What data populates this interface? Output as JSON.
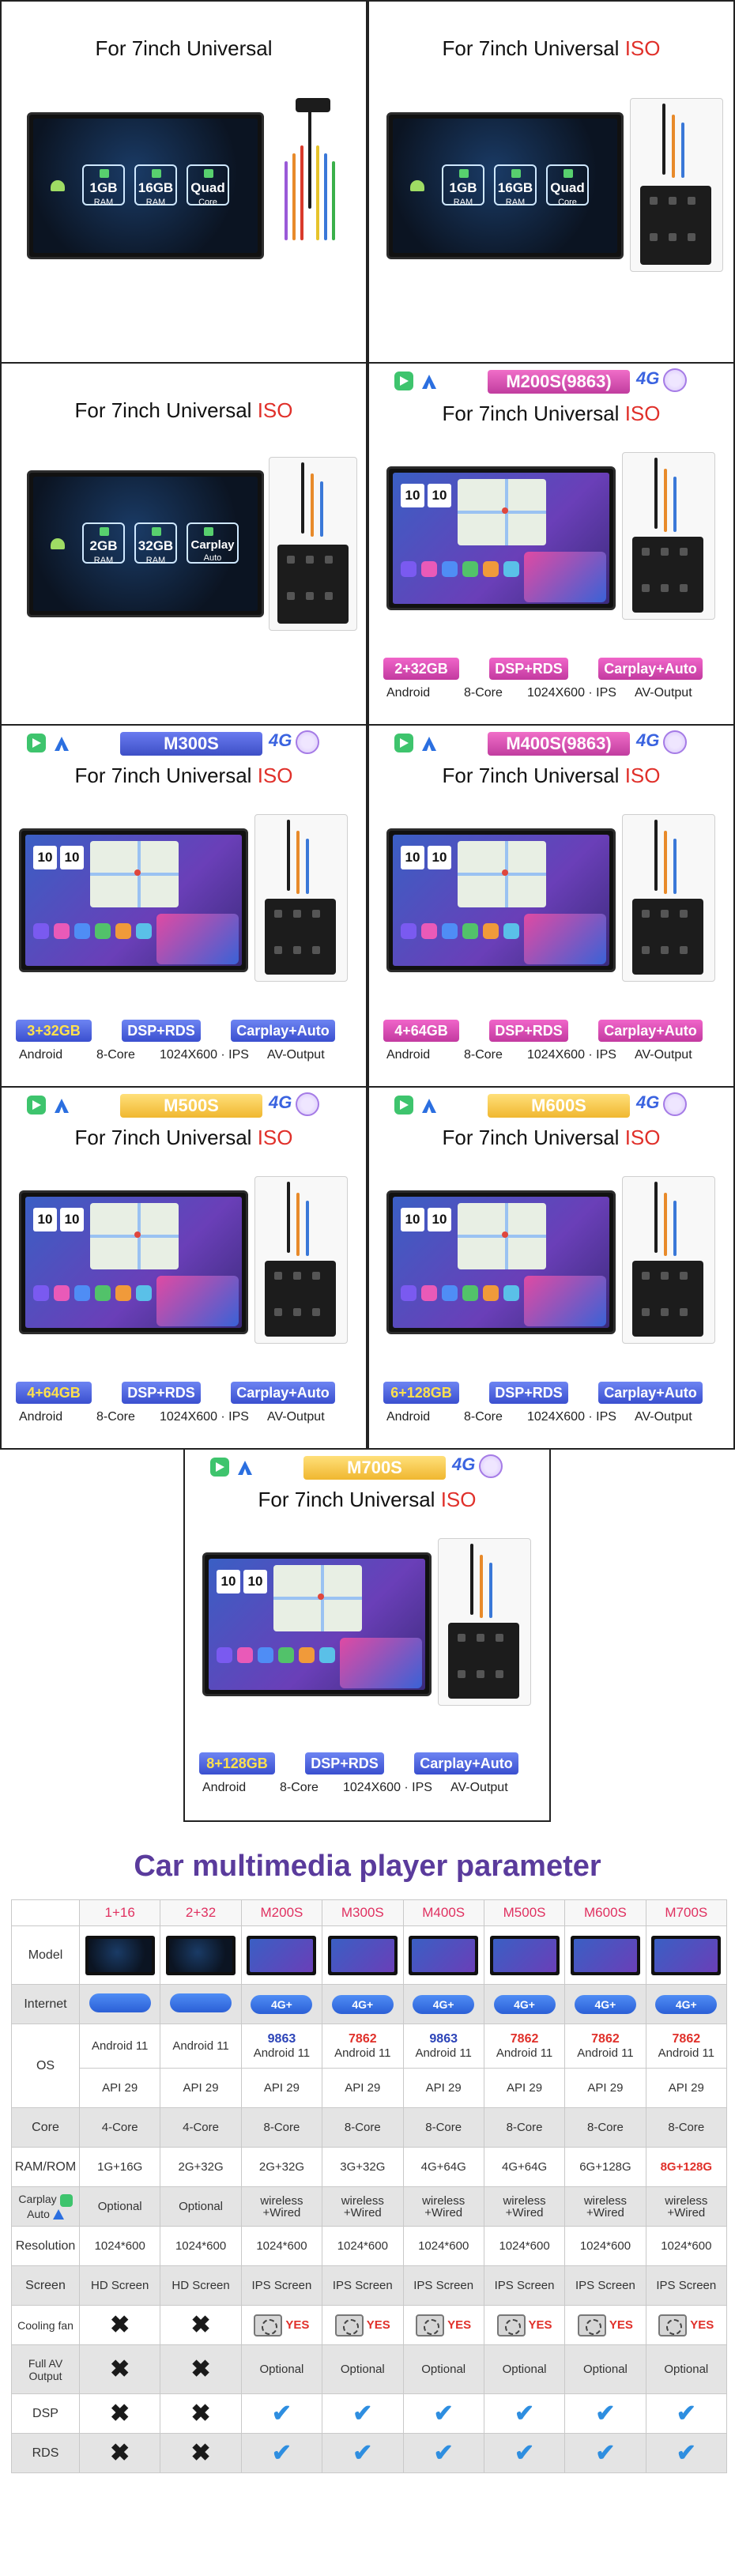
{
  "title_prefix": "For 7inch Universal",
  "iso": "ISO",
  "cards": [
    {
      "id": "c1",
      "iso": false,
      "model": "",
      "specs": [
        "1GB",
        "RAM",
        "16GB",
        "RAM",
        "Quad",
        "Core"
      ]
    },
    {
      "id": "c2",
      "iso": true,
      "model": "",
      "specs": [
        "1GB",
        "RAM",
        "16GB",
        "RAM",
        "Quad",
        "Core"
      ]
    },
    {
      "id": "c3",
      "iso": true,
      "model": "",
      "specs": [
        "2GB",
        "RAM",
        "32GB",
        "RAM",
        "Carplay",
        "Auto"
      ]
    },
    {
      "id": "c4",
      "iso": true,
      "model": "M200S(9863)",
      "mem": "2+32GB"
    },
    {
      "id": "c5",
      "iso": true,
      "model": "M300S",
      "mem": "3+32GB"
    },
    {
      "id": "c6",
      "iso": true,
      "model": "M400S(9863)",
      "mem": "4+64GB"
    },
    {
      "id": "c7",
      "iso": true,
      "model": "M500S",
      "mem": "4+64GB"
    },
    {
      "id": "c8",
      "iso": true,
      "model": "M600S",
      "mem": "6+128GB"
    },
    {
      "id": "c9",
      "iso": true,
      "model": "M700S",
      "mem": "8+128GB"
    }
  ],
  "pills": {
    "dsp": "DSP+RDS",
    "carplay": "Carplay+Auto"
  },
  "labels": {
    "android": "Android",
    "core": "8-Core",
    "res": "1024X600 · IPS",
    "av": "AV-Output"
  },
  "four_g": "4G",
  "clock": [
    "10",
    "10"
  ],
  "table": {
    "title": "Car multimedia player parameter",
    "columns": [
      "1+16",
      "2+32",
      "M200S",
      "M300S",
      "M400S",
      "M500S",
      "M600S",
      "M700S"
    ],
    "rows": {
      "model": "Model",
      "internet": "Internet",
      "os": "OS",
      "core": "Core",
      "ramrom": "RAM/ROM",
      "carplay": "Carplay",
      "carplay2": "Auto",
      "resolution": "Resolution",
      "screen": "Screen",
      "fan": "Cooling fan",
      "fullav": "Full AV Output",
      "dsp": "DSP",
      "rds": "RDS"
    },
    "net": [
      "",
      "",
      "4G+",
      "4G+",
      "4G+",
      "4G+",
      "4G+",
      "4G+"
    ],
    "os_num": [
      "",
      "",
      "9863",
      "7862",
      "9863",
      "7862",
      "7862",
      "7862"
    ],
    "os_ver": "Android 11",
    "api": "API 29",
    "core": [
      "4-Core",
      "4-Core",
      "8-Core",
      "8-Core",
      "8-Core",
      "8-Core",
      "8-Core",
      "8-Core"
    ],
    "ram": [
      "1G+16G",
      "2G+32G",
      "2G+32G",
      "3G+32G",
      "4G+64G",
      "4G+64G",
      "6G+128G",
      "8G+128G"
    ],
    "carplay_vals": [
      "Optional",
      "Optional",
      "wireless +Wired",
      "wireless +Wired",
      "wireless +Wired",
      "wireless +Wired",
      "wireless +Wired",
      "wireless +Wired"
    ],
    "resolution": "1024*600",
    "screen": [
      "HD Screen",
      "HD Screen",
      "IPS Screen",
      "IPS Screen",
      "IPS Screen",
      "IPS Screen",
      "IPS Screen",
      "IPS Screen"
    ],
    "yes": "YES",
    "optional": "Optional"
  }
}
